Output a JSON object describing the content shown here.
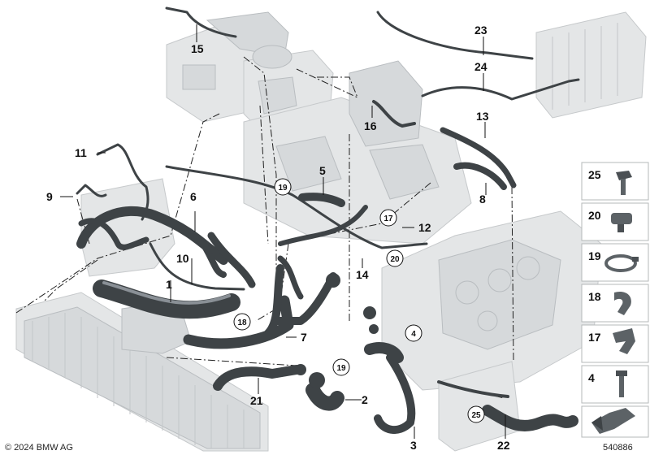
{
  "figure": {
    "callouts": [
      "1",
      "2",
      "3",
      "6",
      "7",
      "8",
      "9",
      "10",
      "11",
      "12",
      "13",
      "14",
      "15",
      "16",
      "21",
      "22",
      "23",
      "24",
      "5"
    ],
    "circled_callouts": [
      "19",
      "17",
      "20",
      "18",
      "4",
      "19",
      "25"
    ],
    "legend": [
      "25",
      "20",
      "19",
      "18",
      "17",
      "4"
    ],
    "copyright": "© 2024 BMW AG",
    "image_number": "540886"
  },
  "colors": {
    "hose": "#3e4346",
    "ghost_parts": "#e4e6e7",
    "background": "#ffffff"
  }
}
